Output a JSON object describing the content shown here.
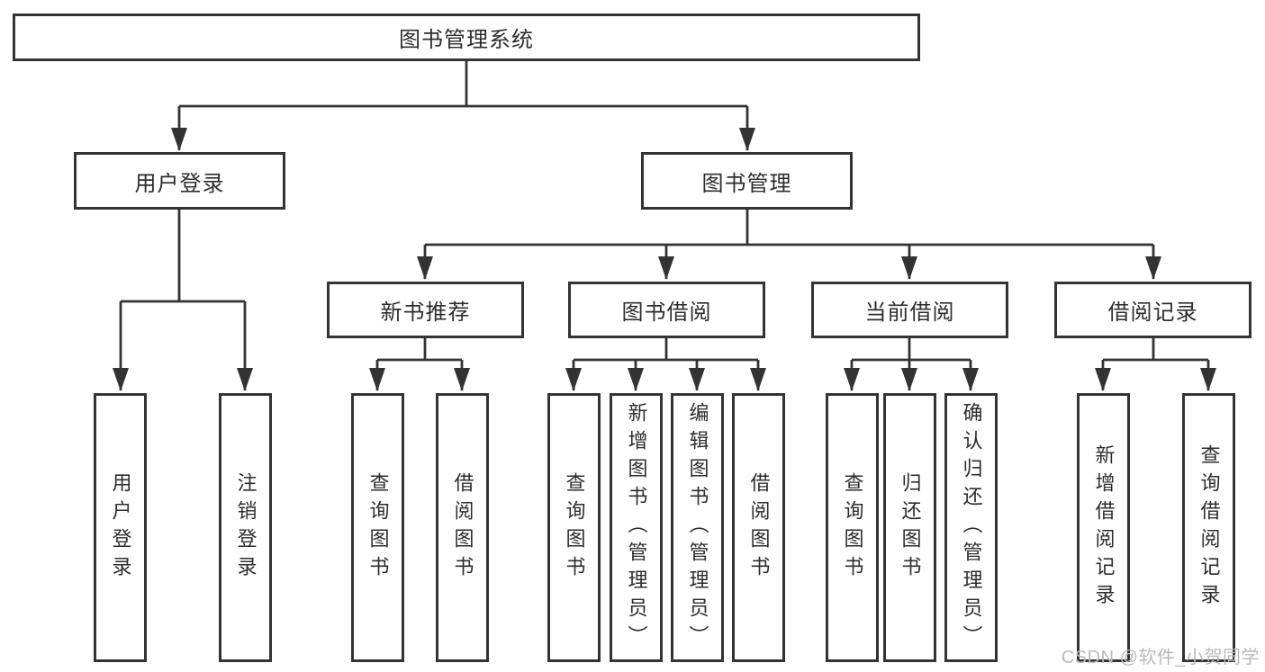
{
  "title": "图书管理系统",
  "watermark": "CSDN @软件_小贺同学",
  "level2": {
    "user_login": "用户登录",
    "book_mgmt": "图书管理"
  },
  "level3": {
    "new_rec": "新书推荐",
    "borrow": "图书借阅",
    "current": "当前借阅",
    "records": "借阅记录"
  },
  "leaves": {
    "login": "用户登录",
    "logout": "注销登录",
    "rec_query": "查询图书",
    "rec_borrow": "借阅图书",
    "bb_query": "查询图书",
    "bb_add": "新增图书（管理员）",
    "bb_edit": "编辑图书（管理员）",
    "bb_borrow": "借阅图书",
    "cb_query": "查询图书",
    "cb_return": "归还图书",
    "cb_confirm": "确认归还（管理员）",
    "br_add": "新增借阅记录",
    "br_query": "查询借阅记录"
  },
  "colors": {
    "line": "#333333",
    "text": "#2d2d2d",
    "watermark": "#b9b9b9",
    "background": "#ffffff"
  }
}
